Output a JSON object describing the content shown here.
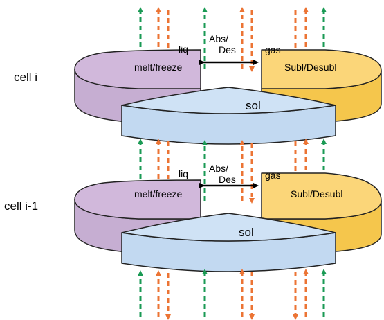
{
  "colors": {
    "liquid_top": "#d1b8db",
    "liquid_side": "#c6aed2",
    "gas_top": "#fbd679",
    "gas_side": "#f5c64c",
    "solid_top": "#cfe2f5",
    "solid_side": "#c2d9f1",
    "stroke": "#222222",
    "arrow_green": "#1a9a54",
    "arrow_orange": "#ec7434",
    "arrow_black": "#000000"
  },
  "cells": [
    {
      "label": "cell i",
      "liquid_label": "liq",
      "liquid_process": "melt/freeze",
      "gas_label": "gas",
      "gas_process": "Subl/Desubl",
      "solid_label": "sol",
      "exchange_line1": "Abs/",
      "exchange_line2": "Des"
    },
    {
      "label": "cell i-1",
      "liquid_label": "liq",
      "liquid_process": "melt/freeze",
      "gas_label": "gas",
      "gas_process": "Subl/Desubl",
      "solid_label": "sol",
      "exchange_line1": "Abs/",
      "exchange_line2": "Des"
    }
  ]
}
